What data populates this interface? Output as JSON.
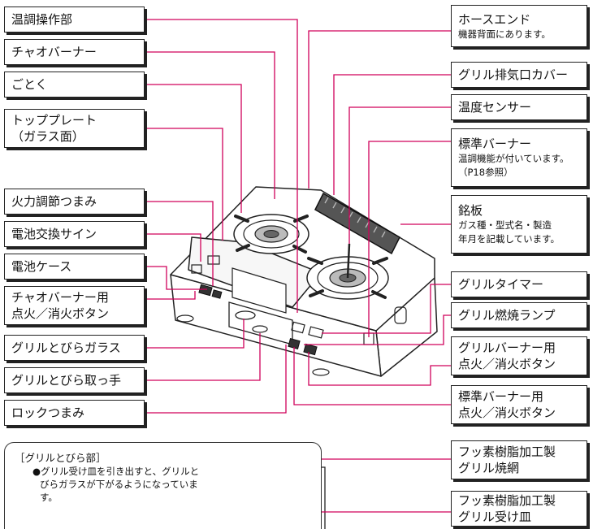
{
  "labels_left": [
    {
      "id": "temp-control",
      "title": "温調操作部"
    },
    {
      "id": "chao-burner",
      "title": "チャオバーナー"
    },
    {
      "id": "gotoku",
      "title": "ごとく"
    },
    {
      "id": "top-plate",
      "title": "トッププレート",
      "title2": "（ガラス面）"
    },
    {
      "id": "fire-knob",
      "title": "火力調節つまみ"
    },
    {
      "id": "battery-sign",
      "title": "電池交換サイン"
    },
    {
      "id": "battery-case",
      "title": "電池ケース"
    },
    {
      "id": "chao-ignition",
      "title": "チャオバーナー用",
      "title2": "点火／消火ボタン"
    },
    {
      "id": "grill-door-glass",
      "title": "グリルとびらガラス"
    },
    {
      "id": "grill-door-handle",
      "title": "グリルとびら取っ手"
    },
    {
      "id": "lock-knob",
      "title": "ロックつまみ"
    }
  ],
  "labels_right": [
    {
      "id": "hose-end",
      "title": "ホースエンド",
      "sub": "機器背面にあります。"
    },
    {
      "id": "grill-exhaust",
      "title": "グリル排気口カバー"
    },
    {
      "id": "temp-sensor",
      "title": "温度センサー"
    },
    {
      "id": "std-burner",
      "title": "標準バーナー",
      "sub": "温調機能が付いています。",
      "sub2": "（P18参照）"
    },
    {
      "id": "nameplate",
      "title": "銘板",
      "sub": "ガス種・型式名・製造",
      "sub2": "年月を記載しています。"
    },
    {
      "id": "grill-timer",
      "title": "グリルタイマー"
    },
    {
      "id": "grill-lamp",
      "title": "グリル燃焼ランプ"
    },
    {
      "id": "grill-ignition",
      "title": "グリルバーナー用",
      "title2": "点火／消火ボタン"
    },
    {
      "id": "std-ignition",
      "title": "標準バーナー用",
      "title2": "点火／消火ボタン"
    },
    {
      "id": "grill-net",
      "title": "フッ素樹脂加工製",
      "title2": "グリル焼網"
    },
    {
      "id": "grill-tray",
      "title": "フッ素樹脂加工製",
      "title2": "グリル受け皿"
    }
  ],
  "grill_note": {
    "heading": "［グリルとびら部］",
    "bullet": "●グリル受け皿を引き出すと、グリルとびらガラスが下がるようになっています。"
  },
  "colors": {
    "leader": "#d0005a",
    "outline": "#222222",
    "accent": "#e0005e"
  }
}
